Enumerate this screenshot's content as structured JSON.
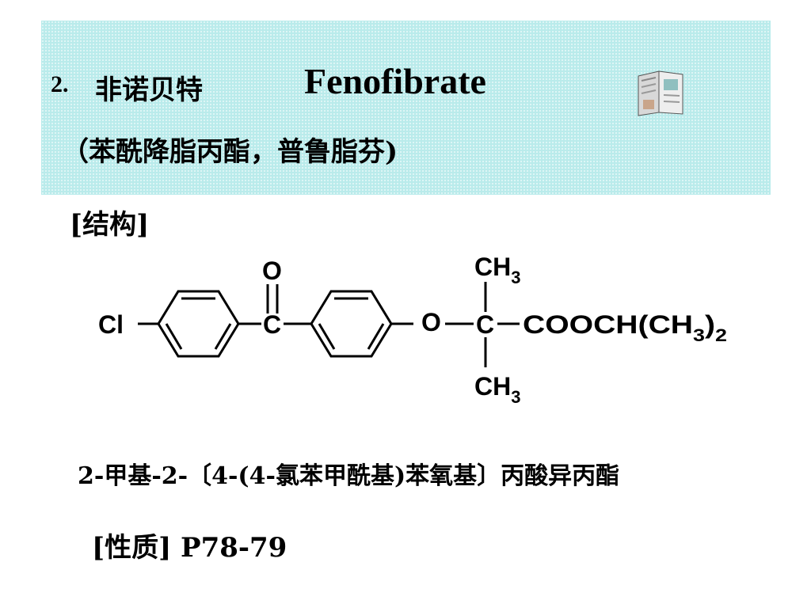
{
  "slide": {
    "number": "2.",
    "chinese_name": "非诺贝特",
    "english_name": "Fenofibrate",
    "aliases": "（苯酰降脂丙酯，普鲁脂芬)",
    "structure_label": "[结构]",
    "iupac_name": "2-甲基-2-〔4-(4-氯苯甲酰基)苯氧基〕丙酸异丙酯",
    "properties_label": "[性质]  P78-79",
    "icons": {
      "book": "book-icon"
    },
    "colors": {
      "title_band": "#b9ebeb",
      "text": "#000000"
    }
  },
  "structure": {
    "cl": "Cl",
    "c_carbonyl": "C",
    "o_carbonyl": "O",
    "o_ether": "O",
    "c_quaternary": "C",
    "ch3_top": "CH",
    "ch3_top_sub": "3",
    "ch3_bottom": "CH",
    "ch3_bottom_sub": "3",
    "ester_part1": "COOCH(CH",
    "ester_sub1": "3",
    "ester_part2": ")",
    "ester_sub2": "2"
  }
}
